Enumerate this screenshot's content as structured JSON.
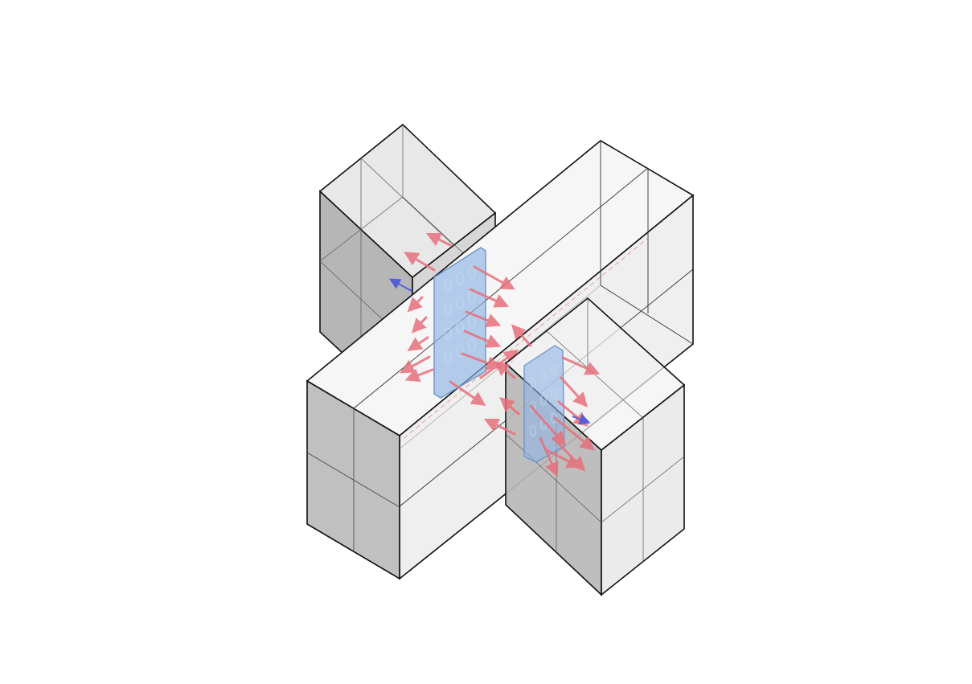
{
  "diagram": {
    "type": "isometric-assembly",
    "components": [
      "box-top-left",
      "long-bar",
      "box-bottom-left",
      "box-bottom-right",
      "panel-upper",
      "panel-lower"
    ],
    "colors": {
      "background": "#ffffff",
      "edge": "#111111",
      "face_dark": "#b4b4b4",
      "face_mid": "#d2d2d2",
      "face_light": "#e6e6e6",
      "face_white": "#f7f7f7",
      "panel_fill": "#8fb4e3",
      "panel_edge": "#6d93c9",
      "arrow_red": "#e7707b",
      "arrow_blue": "#5560d8"
    }
  }
}
